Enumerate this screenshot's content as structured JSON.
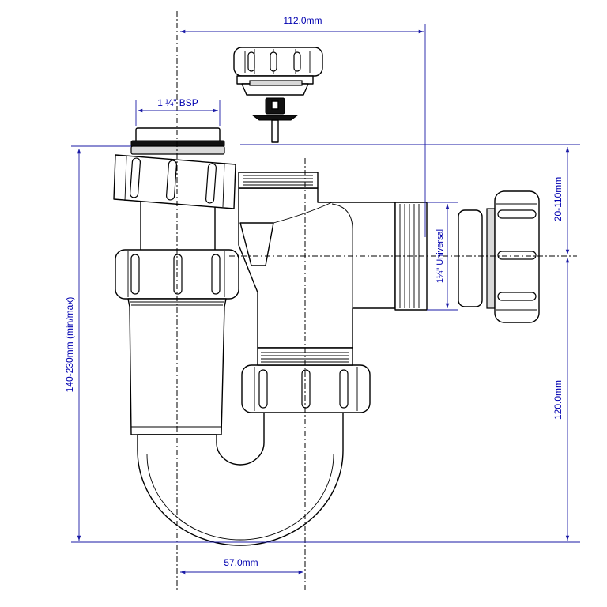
{
  "colors": {
    "dimension": "#1a1aa6",
    "dimension_text": "#0000b0",
    "outline": "#000000",
    "background": "#ffffff"
  },
  "dimensions": {
    "top_width": "112.0mm",
    "bsp": "1 ¼\" BSP",
    "overall_height": "140-230mm (min/max)",
    "adjust_range": "20-110mm",
    "outlet_height": "120.0mm",
    "universal": "1¼\" Universal",
    "bottom_width": "57.0mm"
  }
}
